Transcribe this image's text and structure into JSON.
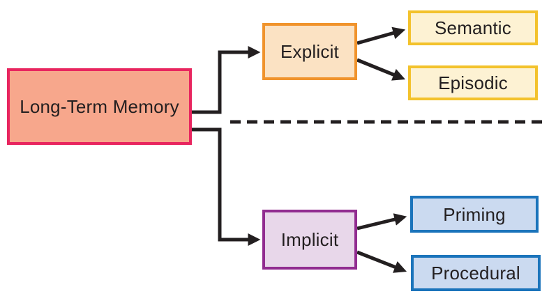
{
  "diagram": {
    "nodes": {
      "long_term_memory": {
        "label": "Long-Term Memory",
        "border": "#E8255F",
        "fill": "#F7A78C"
      },
      "explicit": {
        "label": "Explicit",
        "border": "#F0932C",
        "fill": "#FBE2C3"
      },
      "semantic": {
        "label": "Semantic",
        "border": "#F3C22C",
        "fill": "#FDF2D3"
      },
      "episodic": {
        "label": "Episodic",
        "border": "#F3C22C",
        "fill": "#FDF2D3"
      },
      "implicit": {
        "label": "Implicit",
        "border": "#912C90",
        "fill": "#E8D7EA"
      },
      "priming": {
        "label": "Priming",
        "border": "#1B74BB",
        "fill": "#CBDAF0"
      },
      "procedural": {
        "label": "Procedural",
        "border": "#1B74BB",
        "fill": "#CBDAF0"
      }
    },
    "edges": [
      {
        "from": "Long-Term Memory",
        "to": "Explicit"
      },
      {
        "from": "Long-Term Memory",
        "to": "Implicit"
      },
      {
        "from": "Explicit",
        "to": "Semantic"
      },
      {
        "from": "Explicit",
        "to": "Episodic"
      },
      {
        "from": "Implicit",
        "to": "Priming"
      },
      {
        "from": "Implicit",
        "to": "Procedural"
      }
    ],
    "colors": {
      "line": "#231F20",
      "text": "#231F20",
      "background": "#FFFFFF"
    }
  }
}
